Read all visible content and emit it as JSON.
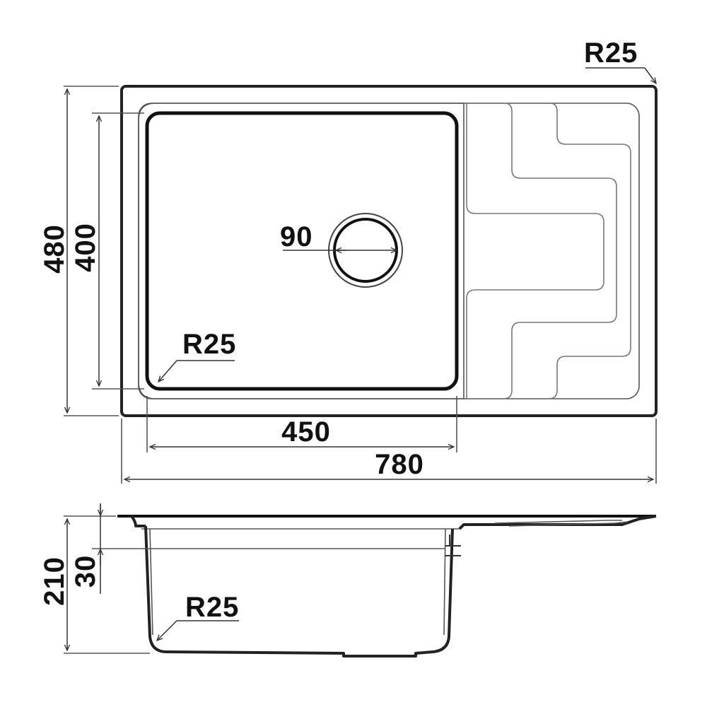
{
  "top_view": {
    "corner_radius_label": "R25",
    "drain_diameter_label": "90",
    "bowl_radius_label": "R25",
    "bowl_width_label": "450",
    "overall_width_label": "780",
    "overall_depth_label": "480",
    "bowl_depth_label": "400"
  },
  "side_view": {
    "overall_height_label": "210",
    "rim_height_label": "30",
    "bottom_radius_label": "R25"
  },
  "colors": {
    "line": "#222222",
    "background": "#ffffff"
  }
}
